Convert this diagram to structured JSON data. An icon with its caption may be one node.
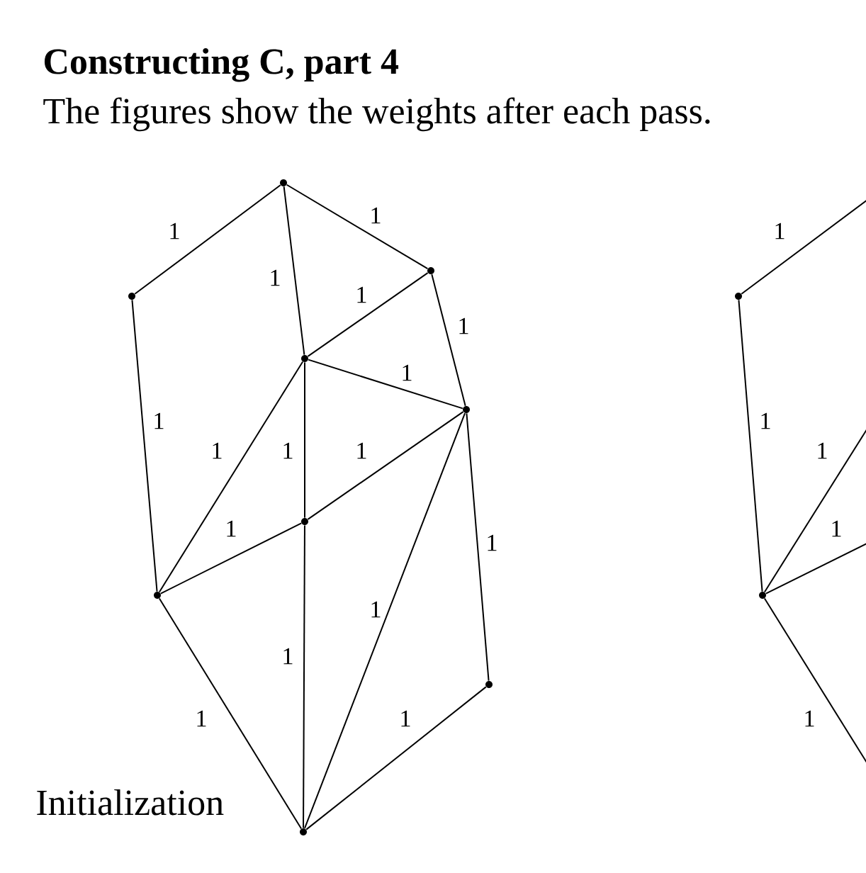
{
  "diagram": {
    "title": "Constructing C, part 4",
    "caption": "The figures show the weights after each pass.",
    "nodes": [
      {
        "text": [],
        "shape": "circle"
      },
      {
        "text": [],
        "shape": "circle"
      },
      {
        "text": [],
        "shape": "circle"
      },
      {
        "text": [],
        "shape": "circle"
      },
      {
        "text": [],
        "shape": "circle"
      },
      {
        "text": [],
        "shape": "circle"
      },
      {
        "text": [],
        "shape": "circle"
      },
      {
        "text": [],
        "shape": "circle"
      },
      {
        "text": [],
        "shape": "circle"
      },
      {
        "text": [],
        "shape": "circle"
      },
      {
        "text": [],
        "shape": "circle"
      }
    ],
    "edges": [
      {
        "from": 0,
        "to": 1,
        "arrow": "none",
        "label": "1"
      },
      {
        "from": 0,
        "to": 2,
        "arrow": "none",
        "label": "1"
      },
      {
        "from": 0,
        "to": 3,
        "arrow": "none",
        "label": "1"
      },
      {
        "from": 3,
        "to": 2,
        "arrow": "none",
        "label": "1"
      },
      {
        "from": 2,
        "to": 4,
        "arrow": "none",
        "label": "1"
      },
      {
        "from": 3,
        "to": 4,
        "arrow": "none",
        "label": "1"
      },
      {
        "from": 1,
        "to": 6,
        "arrow": "none",
        "label": "1"
      },
      {
        "from": 3,
        "to": 6,
        "arrow": "none",
        "label": "1"
      },
      {
        "from": 3,
        "to": 5,
        "arrow": "none",
        "label": "1"
      },
      {
        "from": 5,
        "to": 4,
        "arrow": "none",
        "label": "1"
      },
      {
        "from": 6,
        "to": 5,
        "arrow": "none",
        "label": "1"
      },
      {
        "from": 4,
        "to": 7,
        "arrow": "none",
        "label": "1"
      },
      {
        "from": 4,
        "to": 8,
        "arrow": "none",
        "label": "1"
      },
      {
        "from": 5,
        "to": 8,
        "arrow": "none",
        "label": "1"
      },
      {
        "from": 6,
        "to": 8,
        "arrow": "none",
        "label": "1"
      },
      {
        "from": 7,
        "to": 8,
        "arrow": "none",
        "label": "1"
      },
      {
        "from": null,
        "to": 9,
        "arrow": "none",
        "label": "1"
      },
      {
        "from": 9,
        "to": 10,
        "arrow": "none",
        "label": "1"
      },
      {
        "from": 10,
        "to": null,
        "arrow": "none",
        "label": "1"
      },
      {
        "from": 10,
        "to": null,
        "arrow": "none",
        "label": "1"
      },
      {
        "from": 10,
        "to": null,
        "arrow": "none",
        "label": "1"
      }
    ],
    "labels": [
      "Initialization"
    ]
  }
}
